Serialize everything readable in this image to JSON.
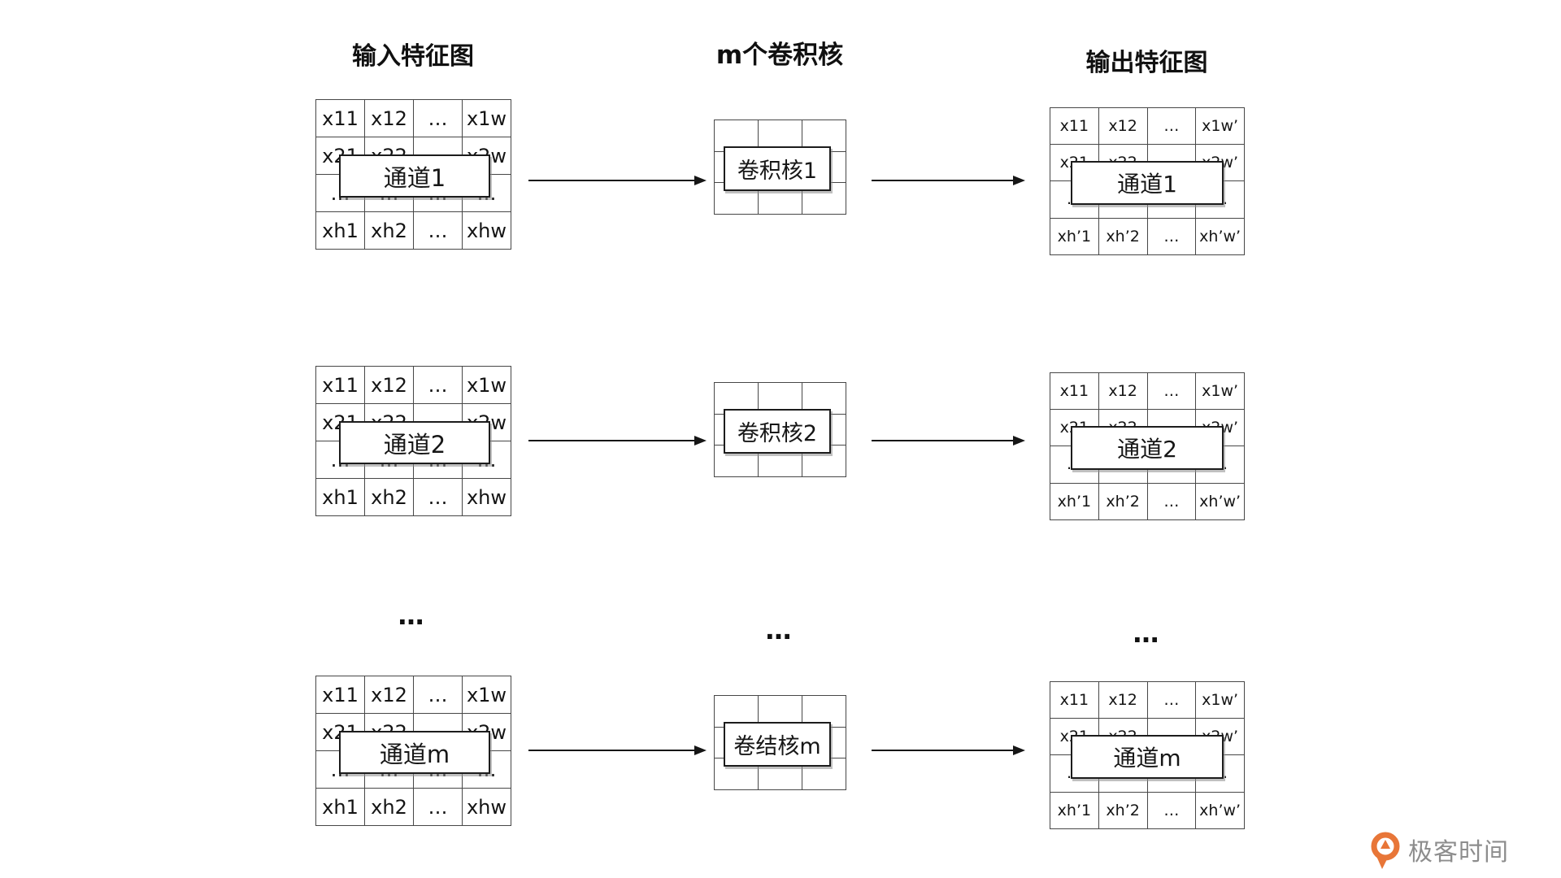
{
  "headers": {
    "input": "输入特征图",
    "kernels": "m个卷积核",
    "output": "输出特征图"
  },
  "groups": [
    {
      "channel_label": "通道1",
      "kernel_label": "卷积核1",
      "output_channel_label": "通道1",
      "input_cells": [
        [
          "x11",
          "x12",
          "…",
          "x1w"
        ],
        [
          "x21",
          "x22",
          "…",
          "x2w"
        ],
        [
          "…",
          "…",
          "…",
          "…"
        ],
        [
          "xh1",
          "xh2",
          "…",
          "xhw"
        ]
      ],
      "kernel_cells": [
        [
          "",
          "",
          ""
        ],
        [
          "",
          "",
          ""
        ],
        [
          "",
          "",
          ""
        ]
      ],
      "output_cells": [
        [
          "x11",
          "x12",
          "…",
          "x1w’"
        ],
        [
          "x21",
          "x22",
          "…",
          "x2w’"
        ],
        [
          "…",
          "…",
          "…",
          "…"
        ],
        [
          "xh’1",
          "xh’2",
          "…",
          "xh’w’"
        ]
      ]
    },
    {
      "channel_label": "通道2",
      "kernel_label": "卷积核2",
      "output_channel_label": "通道2",
      "input_cells": [
        [
          "x11",
          "x12",
          "…",
          "x1w"
        ],
        [
          "x21",
          "x22",
          "…",
          "x2w"
        ],
        [
          "…",
          "…",
          "…",
          "…"
        ],
        [
          "xh1",
          "xh2",
          "…",
          "xhw"
        ]
      ],
      "kernel_cells": [
        [
          "",
          "",
          ""
        ],
        [
          "",
          "",
          ""
        ],
        [
          "",
          "",
          ""
        ]
      ],
      "output_cells": [
        [
          "x11",
          "x12",
          "…",
          "x1w’"
        ],
        [
          "x21",
          "x22",
          "…",
          "x2w’"
        ],
        [
          "…",
          "…",
          "…",
          "…"
        ],
        [
          "xh’1",
          "xh’2",
          "…",
          "xh’w’"
        ]
      ]
    },
    {
      "channel_label": "通道m",
      "kernel_label": "卷结核m",
      "output_channel_label": "通道m",
      "input_cells": [
        [
          "x11",
          "x12",
          "…",
          "x1w"
        ],
        [
          "x21",
          "x22",
          "…",
          "x2w"
        ],
        [
          "…",
          "…",
          "…",
          "…"
        ],
        [
          "xh1",
          "xh2",
          "…",
          "xhw"
        ]
      ],
      "kernel_cells": [
        [
          "",
          "",
          ""
        ],
        [
          "",
          "",
          ""
        ],
        [
          "",
          "",
          ""
        ]
      ],
      "output_cells": [
        [
          "x11",
          "x12",
          "…",
          "x1w’"
        ],
        [
          "x21",
          "x22",
          "…",
          "x2w’"
        ],
        [
          "…",
          "…",
          "…",
          "…"
        ],
        [
          "xh’1",
          "xh’2",
          "…",
          "xh’w’"
        ]
      ]
    }
  ],
  "ellipsis": "…",
  "logo": {
    "text": "极客时间",
    "icon_color": "#E87638",
    "text_color": "#8d8d8d"
  }
}
